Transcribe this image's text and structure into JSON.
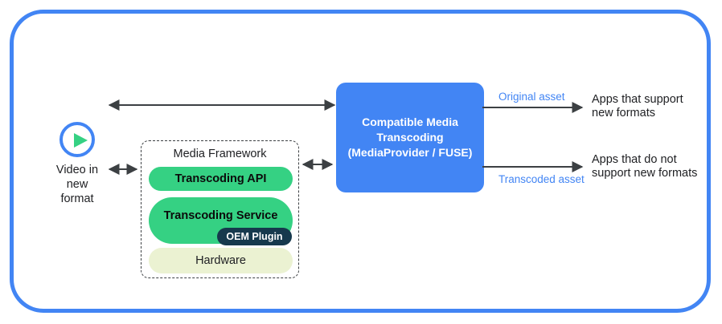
{
  "diagram": {
    "title_semantic": "android-compatible-media-transcoding-architecture",
    "colors": {
      "frame_blue": "#4285F4",
      "box_blue": "#4285F4",
      "pill_green": "#35D183",
      "hardware_pale": "#EBF2D2",
      "badge_navy": "#16394D",
      "arrow_gray": "#3c4043",
      "text_dark": "#202124"
    },
    "source": {
      "icon": "play-circle-icon",
      "caption": "Video in\nnew\nformat"
    },
    "media_framework": {
      "title": "Media Framework",
      "layers": [
        {
          "id": "transcoding-api",
          "label": "Transcoding API",
          "style": "green-pill"
        },
        {
          "id": "transcoding-service",
          "label": "Transcoding Service",
          "style": "green-pill"
        },
        {
          "id": "hardware",
          "label": "Hardware",
          "style": "pale-pill"
        }
      ],
      "badge": {
        "id": "oem-plugin",
        "label": "OEM Plugin"
      }
    },
    "central_box": {
      "label": "Compatible Media\nTranscoding\n(MediaProvider / FUSE)"
    },
    "outputs": [
      {
        "id": "original-asset",
        "edge_label": "Original asset",
        "target_label": "Apps that support\nnew formats"
      },
      {
        "id": "transcoded-asset",
        "edge_label": "Transcoded asset",
        "target_label": "Apps that do not\nsupport new formats"
      }
    ],
    "connectors": [
      {
        "id": "source-to-framework",
        "kind": "double-arrow"
      },
      {
        "id": "framework-to-transcoding",
        "kind": "double-arrow"
      },
      {
        "id": "source-to-transcoding-top",
        "kind": "double-arrow"
      },
      {
        "id": "transcoding-to-apps-support",
        "kind": "single-arrow"
      },
      {
        "id": "transcoding-to-apps-nosupport",
        "kind": "single-arrow"
      }
    ]
  }
}
